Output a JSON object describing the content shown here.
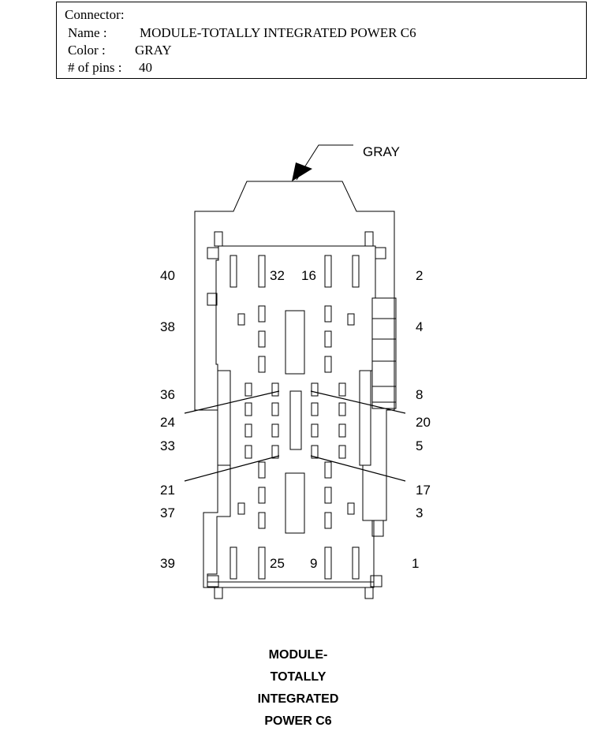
{
  "connector": {
    "heading": "Connector:",
    "name_label": "Name :",
    "name_value": "MODULE-TOTALLY INTEGRATED POWER C6",
    "color_label": "Color :",
    "color_value": "GRAY",
    "pins_label": "# of pins :",
    "pins_value": "40"
  },
  "diagram": {
    "color_callout": "GRAY",
    "left_pins": [
      "40",
      "38",
      "36",
      "24",
      "33",
      "21",
      "37",
      "39"
    ],
    "right_pins": [
      "2",
      "4",
      "8",
      "20",
      "5",
      "17",
      "3",
      "1"
    ],
    "inner_top": [
      "32",
      "16"
    ],
    "inner_bottom": [
      "25",
      "9"
    ],
    "caption_lines": [
      "MODULE-",
      "TOTALLY",
      "INTEGRATED",
      "POWER C6"
    ]
  }
}
